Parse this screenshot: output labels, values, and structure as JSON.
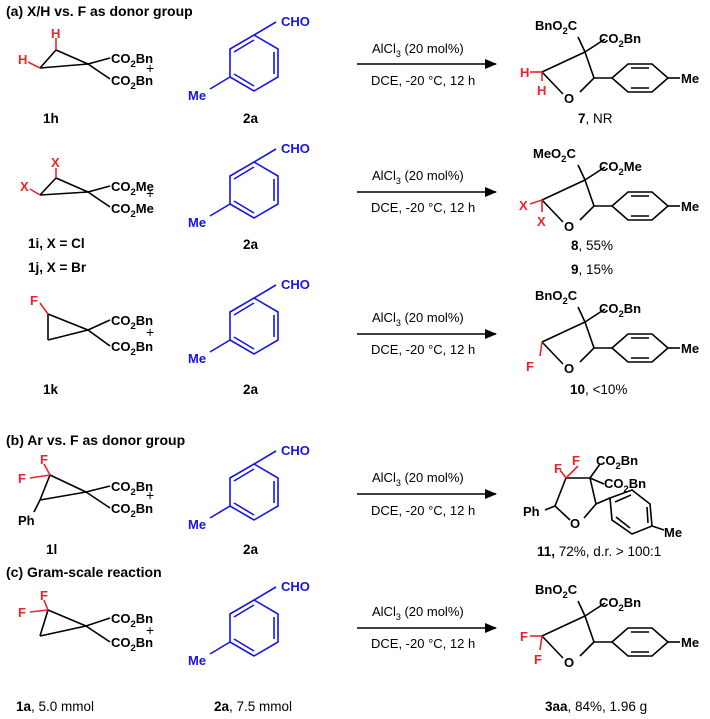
{
  "colors": {
    "red": "#e8252a",
    "blue": "#1515e6",
    "black": "#000000"
  },
  "sections": {
    "a": "(a) X/H vs. F as donor group",
    "b": "(b) Ar vs. F as donor group",
    "c": "(c) Gram-scale reaction"
  },
  "conditions": {
    "top_prefix": "AlCl",
    "top_sub": "3",
    "top_suffix": " (20 mol%)",
    "bottom": "DCE, -20 °C, 12 h"
  },
  "plus": "+",
  "aldehyde": {
    "cho": "CHO",
    "me": "Me",
    "label": "2a"
  },
  "groups": {
    "co2bn": "CO",
    "co2bn_sub": "2",
    "co2bn_tail": "Bn",
    "co2me_tail": "Me",
    "bnco2": "BnO",
    "bnco2_sub": "2",
    "bnco2_tail": "C",
    "meo2c": "MeO",
    "meo2c_sub": "2",
    "meo2c_tail": "C",
    "O": "O",
    "Me": "Me",
    "H": "H",
    "X": "X",
    "F": "F",
    "Ph": "Ph"
  },
  "rows": [
    {
      "substrate": "1h",
      "aldehyde_label": "2a",
      "product_num": "7",
      "product_text": ", NR"
    },
    {
      "substrate": "1i, X = Cl",
      "substrate2": "1j, X = Br",
      "aldehyde_label": "2a",
      "product_num": "8",
      "product_text": ", 55%",
      "product_num2": "9",
      "product_text2": ", 15%"
    },
    {
      "substrate": "1k",
      "aldehyde_label": "2a",
      "product_num": "10",
      "product_text": ", <10%"
    },
    {
      "substrate": "1l",
      "aldehyde_label": "2a",
      "product_num": "11,",
      "product_text": " 72%, d.r. > 100:1"
    },
    {
      "substrate": "1a",
      "substrate_text": ", 5.0 mmol",
      "aldehyde_label": "2a",
      "aldehyde_text": ", 7.5 mmol",
      "product_num": "3aa",
      "product_text": ", 84%, 1.96 g"
    }
  ]
}
